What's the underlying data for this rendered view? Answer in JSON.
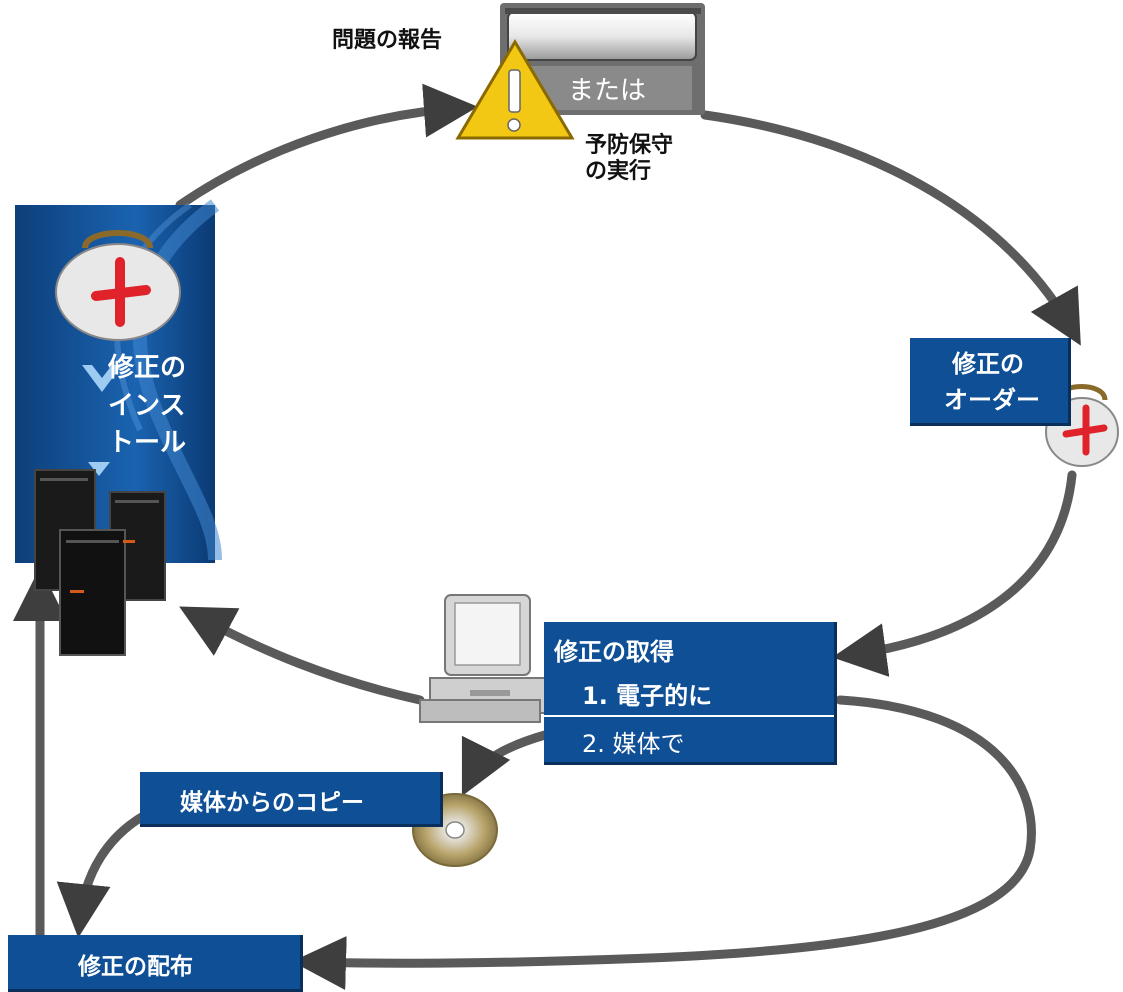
{
  "diagram": {
    "report_label": "問題の報告",
    "or_label": "または",
    "preventive_line1": "予防保守",
    "preventive_line2": "の実行",
    "order_line1": "修正の",
    "order_line2": "オーダー",
    "install_line1": "修正の",
    "install_line2": "インス",
    "install_line3": "トール",
    "get_title": "修正の取得",
    "get_item1": "1. 電子的に",
    "get_item2": "2. 媒体で",
    "copy_label": "媒体からのコピー",
    "distribute_label": "修正の配布"
  },
  "colors": {
    "box_blue": "#0f4f96",
    "arrow_gray": "#5a5a5a",
    "warning_yellow": "#f2c814",
    "cross_red": "#e0232b"
  }
}
